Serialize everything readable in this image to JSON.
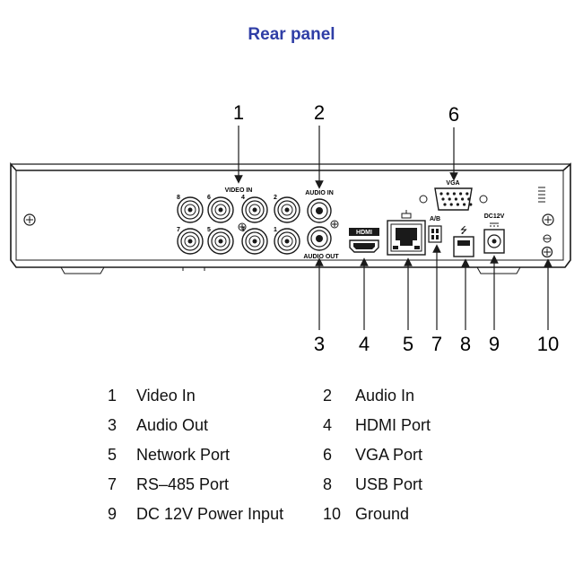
{
  "title": "Rear panel",
  "panel_labels": {
    "video_in": "VIDEO IN",
    "audio_in": "AUDIO IN",
    "audio_out": "AUDIO OUT",
    "hdmi": "HDMI",
    "vga": "VGA",
    "ab": "A/B",
    "dc": "DC12V",
    "usb_symbol": "⭍"
  },
  "channel_numbers_top": [
    "8",
    "6",
    "4",
    "2"
  ],
  "channel_numbers_bottom": [
    "7",
    "5",
    "3",
    "1"
  ],
  "callouts": [
    "1",
    "2",
    "3",
    "4",
    "5",
    "6",
    "7",
    "8",
    "9",
    "10"
  ],
  "legend": [
    {
      "num": "1",
      "label": "Video In"
    },
    {
      "num": "2",
      "label": "Audio In"
    },
    {
      "num": "3",
      "label": "Audio Out"
    },
    {
      "num": "4",
      "label": "HDMI Port"
    },
    {
      "num": "5",
      "label": "Network Port"
    },
    {
      "num": "6",
      "label": "VGA Port"
    },
    {
      "num": "7",
      "label": "RS–485 Port"
    },
    {
      "num": "8",
      "label": "USB Port"
    },
    {
      "num": "9",
      "label": "DC 12V Power Input"
    },
    {
      "num": "10",
      "label": "Ground"
    }
  ],
  "colors": {
    "title": "#2f3ea6",
    "line": "#1a1a1a"
  }
}
